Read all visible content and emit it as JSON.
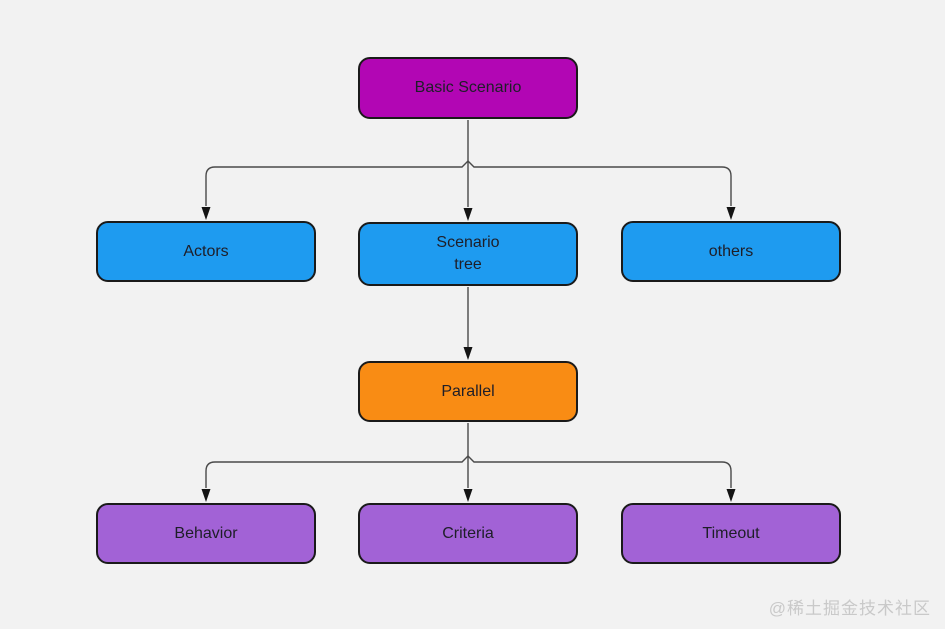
{
  "canvas": {
    "background": "#F2F2F2"
  },
  "diagram": {
    "nodes": [
      {
        "id": "basic-scenario",
        "label": "Basic Scenario",
        "fill": "#B206B4"
      },
      {
        "id": "actors",
        "label": "Actors",
        "fill": "#1E9BF0"
      },
      {
        "id": "scenario-tree",
        "label": "Scenario\ntree",
        "fill": "#1E9BF0"
      },
      {
        "id": "others",
        "label": "others",
        "fill": "#1E9BF0"
      },
      {
        "id": "parallel",
        "label": "Parallel",
        "fill": "#F98C14"
      },
      {
        "id": "behavior",
        "label": "Behavior",
        "fill": "#A262D6"
      },
      {
        "id": "criteria",
        "label": "Criteria",
        "fill": "#A262D6"
      },
      {
        "id": "timeout",
        "label": "Timeout",
        "fill": "#A262D6"
      }
    ],
    "edges": [
      {
        "from": "basic-scenario",
        "to": "actors"
      },
      {
        "from": "basic-scenario",
        "to": "scenario-tree"
      },
      {
        "from": "basic-scenario",
        "to": "others"
      },
      {
        "from": "scenario-tree",
        "to": "parallel"
      },
      {
        "from": "parallel",
        "to": "behavior"
      },
      {
        "from": "parallel",
        "to": "criteria"
      },
      {
        "from": "parallel",
        "to": "timeout"
      }
    ],
    "edge_stroke": "#4A4A4A",
    "arrowhead_fill": "#141414",
    "node_border": "#1A1A1A",
    "text_color": "#1E1E28"
  },
  "watermark": {
    "text": "@稀土掘金技术社区",
    "color": "#C9C9C9"
  }
}
